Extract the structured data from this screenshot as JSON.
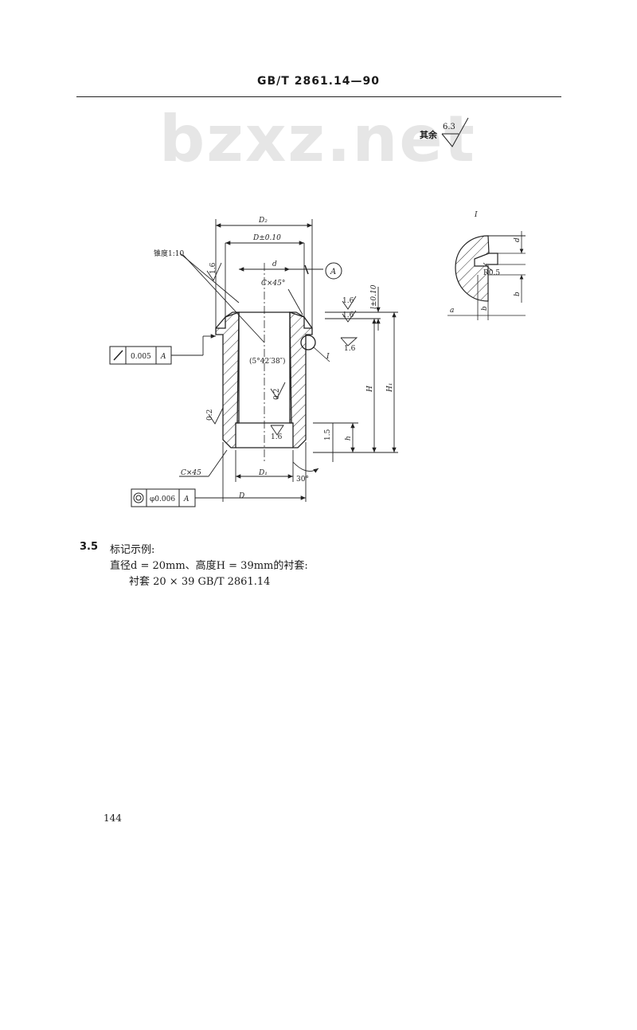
{
  "header": {
    "standard_code": "GB/T 2861.14—90"
  },
  "watermark": "bzxz.net",
  "roughness_other": {
    "label": "其余",
    "value": "6.3"
  },
  "drawing": {
    "dim_D2": "D₂",
    "dim_D_tol": "D±0.10",
    "taper": "锥度1:10",
    "dim_d": "d",
    "datum_A": "A",
    "chamfer_top": "C×45°",
    "rough_1_6": "1.6",
    "angle": "(5°42′38″)",
    "rough_0_2": "0.2",
    "detail_ref": "I",
    "dim_l": "l±0.10",
    "dim_H": "H",
    "dim_H1": "H₁",
    "dim_h": "h",
    "dim_1_5": "1.5",
    "chamfer_bottom": "C×45",
    "dim_D1": "D₁",
    "angle_30": "30°",
    "dim_D": "D",
    "tol_perp_value": "0.005",
    "tol_conc_value": "φ0.006",
    "detail": {
      "title": "I",
      "d": "d",
      "radius": "R0.5",
      "b": "b",
      "a": "a"
    }
  },
  "section": {
    "number": "3.5",
    "title": "标记示例:",
    "line2": "直径d = 20mm、高度H = 39mm的衬套:",
    "line3": "衬套   20 × 39   GB/T 2861.14"
  },
  "page_number": "144"
}
